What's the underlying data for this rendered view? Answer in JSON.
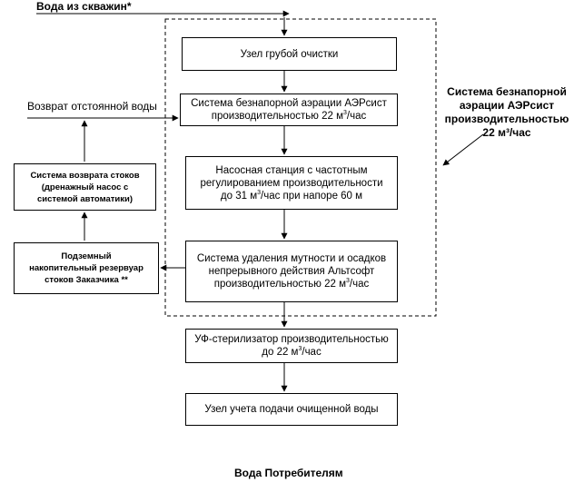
{
  "top_label": "Вода из скважин*",
  "return_label": "Возврат отстоянной воды",
  "side_label": "Система безнапорной\nаэрации АЭРсист\nпроизводительностью\n22 м³/час",
  "consumer_label": "Вода Потребителям",
  "boxes": {
    "coarse": "Узел грубой очистки",
    "aeration": {
      "main": "Система безнапорной аэрации АЭРсист\nпроизводительностью 22 м",
      "sup": "3",
      "tail": "/час"
    },
    "pump": {
      "main": "Насосная станция  с частотным\nрегулированием производительности\nдо 31 м",
      "sup": "3",
      "tail": "/час при напоре 60 м"
    },
    "turbidity": {
      "main": "Система удаления мутности и осадков\nнепрерывного действия Альтсофт\nпроизводительностью 22 м",
      "sup": "3",
      "tail": "/час"
    },
    "uv": {
      "main": "УФ-стерилизатор производительностью\nдо 22 м",
      "sup": "3",
      "tail": "/час"
    },
    "meter": "Узел учета подачи очищенной воды",
    "return_system": "Система возврата стоков\n(дренажный насос с\nсистемой автоматики)",
    "reservoir": "Подземный\nнакопительный резервуар\nстоков Заказчика **"
  }
}
